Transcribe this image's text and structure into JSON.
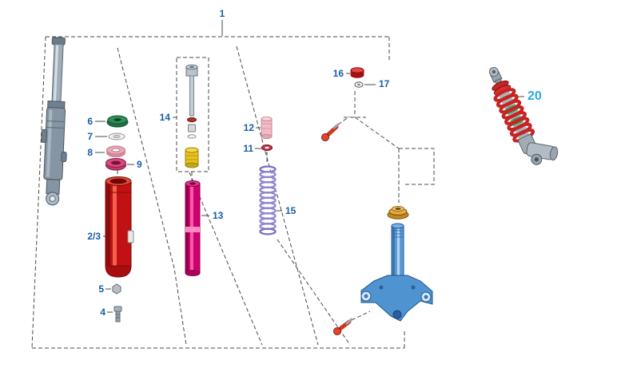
{
  "colors": {
    "callout_blue": "#1a5ca8",
    "callout_cyan": "#2aa8e0",
    "line_dark": "#4a4a4a",
    "fork_gray": "#8695a3",
    "outer_tube_red": "#c01212",
    "inner_tube_magenta": "#cc0070",
    "spring_lavender": "#9187cf",
    "coil_spring_red": "#c62323",
    "stem_blue": "#4f94d0",
    "bearing_gold": "#e2a93e",
    "seal_green": "#2f9055",
    "seal_pink": "#eba8b6",
    "seal_magenta": "#d84a80",
    "piece_yellow": "#e8c31f",
    "bolt_red": "#e04430"
  },
  "callouts": [
    "1",
    "2/3",
    "4",
    "5",
    "6",
    "7",
    "8",
    "9",
    "11",
    "12",
    "13",
    "14",
    "15",
    "16",
    "17",
    "20"
  ]
}
